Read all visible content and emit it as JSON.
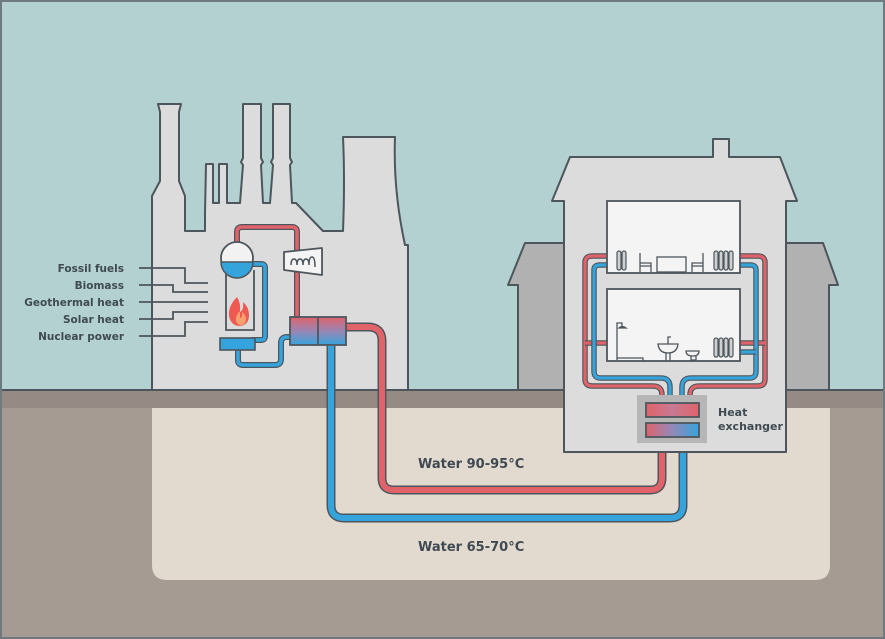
{
  "diagram": {
    "title": "District heating system",
    "energy_sources": [
      "Fossil fuels",
      "Biomass",
      "Geothermal heat",
      "Solar heat",
      "Nuclear power"
    ],
    "pipes": {
      "supply_label": "Water 90-95°C",
      "return_label": "Water 65-70°C"
    },
    "heat_exchanger": {
      "line1": "Heat",
      "line2": "exchanger"
    },
    "elements": [
      "power-plant",
      "boiler",
      "turbine",
      "plant-heat-exchanger",
      "house",
      "radiators",
      "building-heat-exchanger"
    ],
    "colors": {
      "sky": "#b3d1d0",
      "ground_strip": "#958a84",
      "soil": "#a69b92",
      "trench": "#e2d9cf",
      "building": "#dcdcdc",
      "neighbor": "#b1b1b1",
      "room": "#f4f4f4",
      "outline": "#4d565c",
      "hot": "#e0636a",
      "cold": "#36a4dc",
      "flame_outer": "#ee5a52",
      "flame_inner": "#f8a070"
    }
  }
}
